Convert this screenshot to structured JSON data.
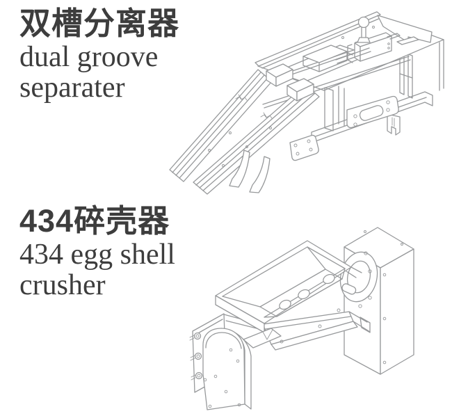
{
  "page": {
    "kind": "product-catalog-sheet",
    "colors": {
      "background": "#ffffff",
      "line": "#97999b",
      "text": "#3d3d3d"
    }
  },
  "products": [
    {
      "id": "dual-groove-separator",
      "title_zh": "双槽分离器",
      "title_en_lines": [
        "dual groove",
        "separater"
      ]
    },
    {
      "id": "egg-shell-crusher",
      "title_zh": "434碎壳器",
      "title_en_lines": [
        "434 egg shell",
        "crusher"
      ]
    }
  ]
}
